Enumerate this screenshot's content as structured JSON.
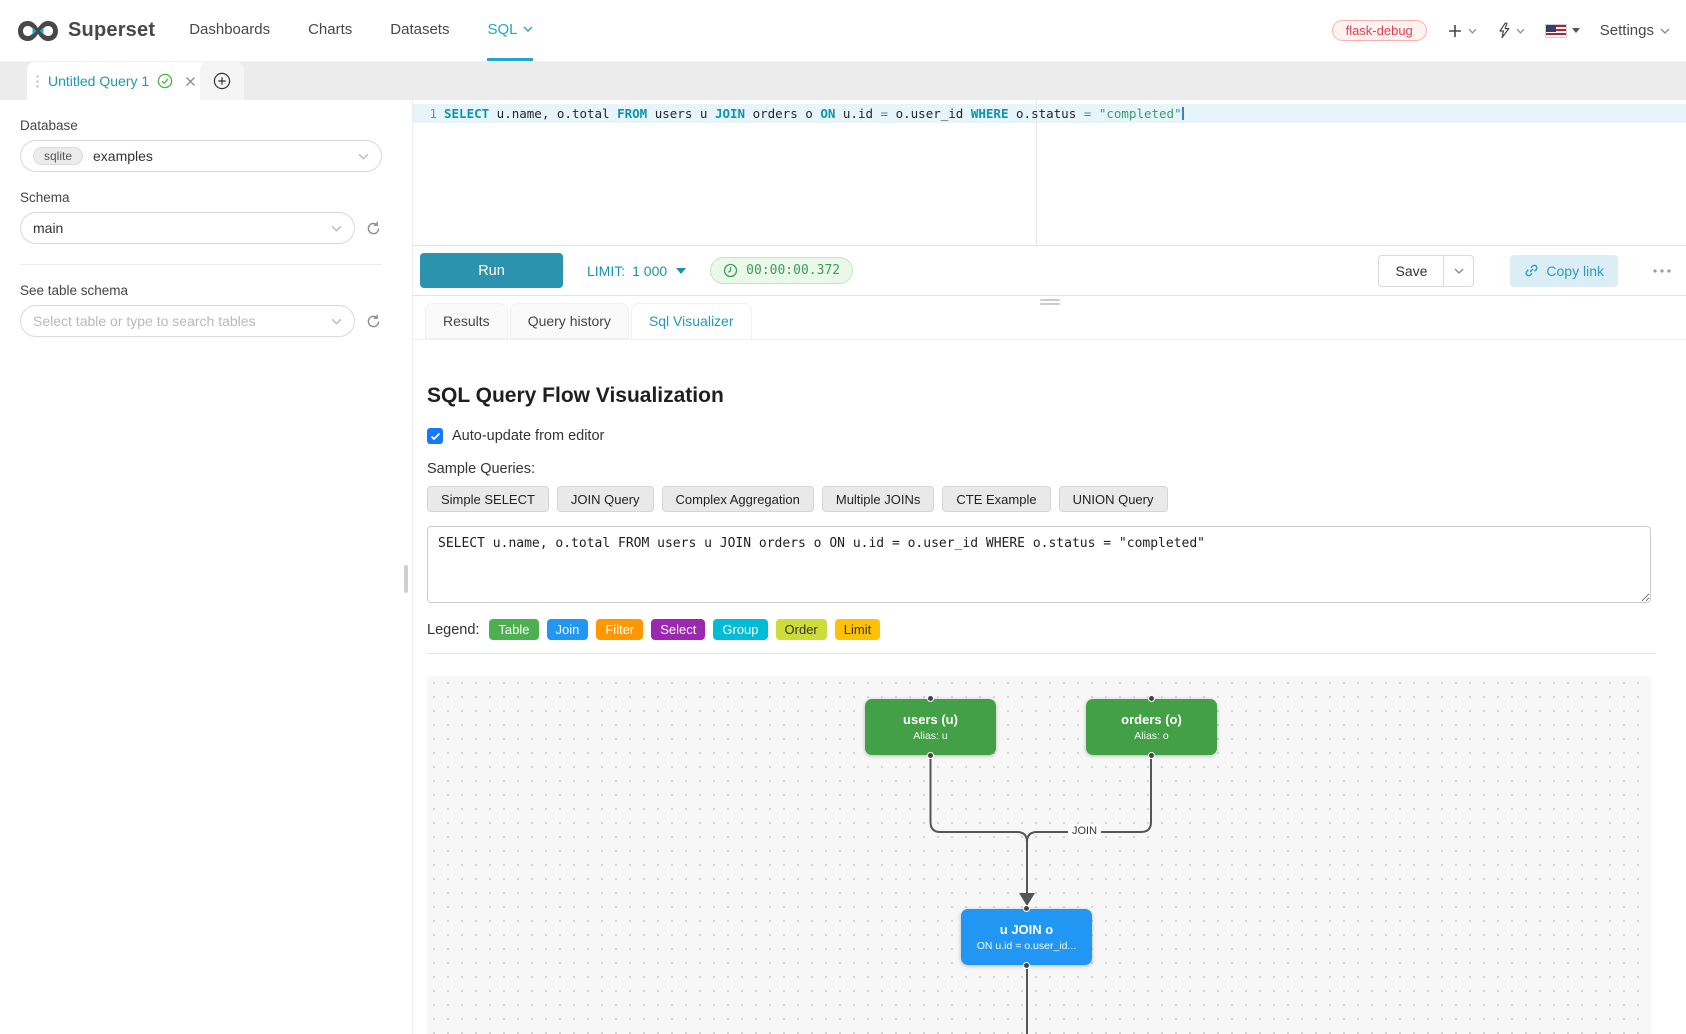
{
  "navbar": {
    "brand": "Superset",
    "items": [
      {
        "label": "Dashboards"
      },
      {
        "label": "Charts"
      },
      {
        "label": "Datasets"
      },
      {
        "label": "SQL"
      }
    ],
    "env_badge": "flask-debug",
    "settings": "Settings"
  },
  "tabstrip": {
    "tab_title": "Untitled Query 1"
  },
  "sidebar": {
    "database_label": "Database",
    "database_engine": "sqlite",
    "database_value": "examples",
    "schema_label": "Schema",
    "schema_value": "main",
    "table_label": "See table schema",
    "table_placeholder": "Select table or type to search tables"
  },
  "editor": {
    "line_number": "1",
    "tokens": [
      {
        "text": "SELECT",
        "type": "kw"
      },
      {
        "text": " u.name, o.total ",
        "type": "pl"
      },
      {
        "text": "FROM",
        "type": "kw"
      },
      {
        "text": " users u ",
        "type": "pl"
      },
      {
        "text": "JOIN",
        "type": "kw"
      },
      {
        "text": " orders o ",
        "type": "pl"
      },
      {
        "text": "ON",
        "type": "kw"
      },
      {
        "text": " u.id ",
        "type": "pl"
      },
      {
        "text": "=",
        "type": "op"
      },
      {
        "text": " o.user_id ",
        "type": "pl"
      },
      {
        "text": "WHERE",
        "type": "kw"
      },
      {
        "text": " o.status ",
        "type": "pl"
      },
      {
        "text": "=",
        "type": "op"
      },
      {
        "text": " ",
        "type": "pl"
      },
      {
        "text": "\"completed\"",
        "type": "str"
      }
    ]
  },
  "toolbar": {
    "run": "Run",
    "limit_label": "LIMIT:",
    "limit_value": "1 000",
    "timer": "00:00:00.372",
    "save": "Save",
    "copy_link": "Copy link"
  },
  "tabs": {
    "results": "Results",
    "query_history": "Query history",
    "sql_visualizer": "Sql Visualizer"
  },
  "visualizer": {
    "title": "SQL Query Flow Visualization",
    "auto_update": "Auto-update from editor",
    "samples_label": "Sample Queries:",
    "samples": [
      "Simple SELECT",
      "JOIN Query",
      "Complex Aggregation",
      "Multiple JOINs",
      "CTE Example",
      "UNION Query"
    ],
    "query": "SELECT u.name, o.total FROM users u JOIN orders o ON u.id = o.user_id WHERE o.status = \"completed\"",
    "legend_label": "Legend:",
    "legend": [
      {
        "label": "Table",
        "bg": "#4CAF50",
        "fg": "#ffffff"
      },
      {
        "label": "Join",
        "bg": "#2196F3",
        "fg": "#ffffff"
      },
      {
        "label": "Filter",
        "bg": "#FF9800",
        "fg": "#ffffff"
      },
      {
        "label": "Select",
        "bg": "#9C27B0",
        "fg": "#ffffff"
      },
      {
        "label": "Group",
        "bg": "#00BCD4",
        "fg": "#ffffff"
      },
      {
        "label": "Order",
        "bg": "#CDDC39",
        "fg": "#333333"
      },
      {
        "label": "Limit",
        "bg": "#FFC107",
        "fg": "#333333"
      }
    ],
    "flow": {
      "edge_label": "JOIN",
      "nodes": [
        {
          "title": "users (u)",
          "subtitle": "Alias: u",
          "bg": "#43a047"
        },
        {
          "title": "orders (o)",
          "subtitle": "Alias: o",
          "bg": "#43a047"
        },
        {
          "title": "u JOIN o",
          "subtitle": "ON u.id = o.user_id...",
          "bg": "#2196f3"
        }
      ]
    }
  },
  "colors": {
    "primary": "#20a7c9",
    "run_button": "#2b93ad",
    "timer_green": "#3f9d54",
    "env_badge_red": "#e04355"
  }
}
